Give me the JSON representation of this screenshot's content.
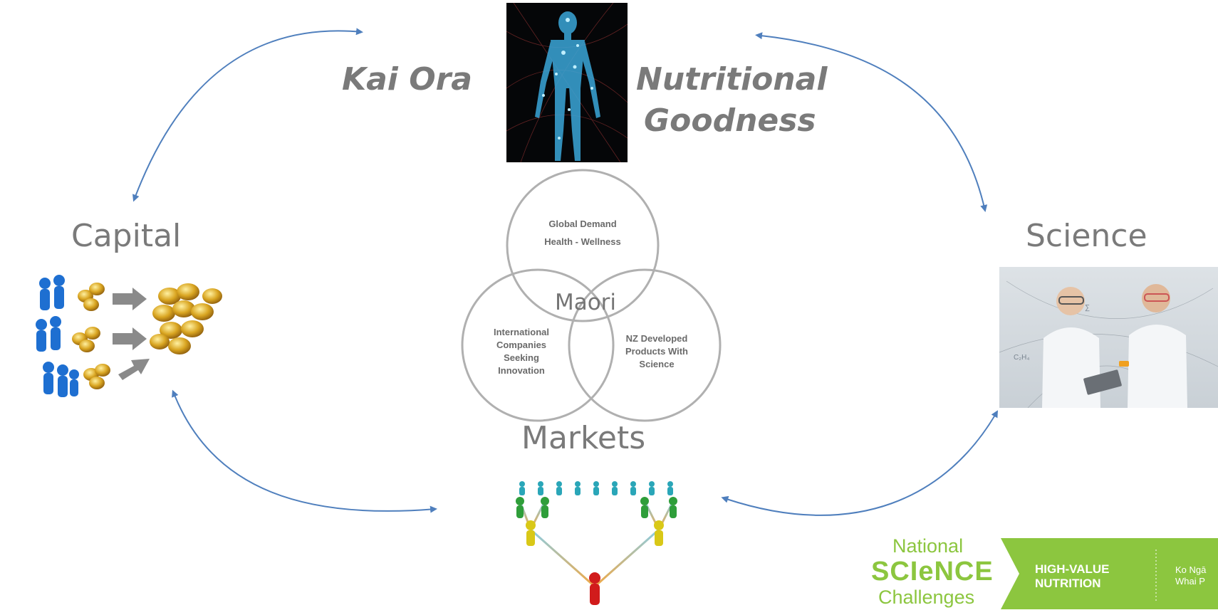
{
  "labels": {
    "kai_ora": "Kai Ora",
    "nutritional_line1": "Nutritional",
    "nutritional_line2": "Goodness",
    "capital": "Capital",
    "science": "Science",
    "markets": "Markets"
  },
  "venn": {
    "top_line1": "Global Demand",
    "top_line2": "Health - Wellness",
    "left_line1": "International",
    "left_line2": "Companies",
    "left_line3": "Seeking",
    "left_line4": "Innovation",
    "right_line1": "NZ Developed",
    "right_line2": "Products With",
    "right_line3": "Science",
    "center": "Maori"
  },
  "banner": {
    "national": "National",
    "science": "SCIeNCE",
    "challenges": "Challenges",
    "hv_line1": "HIGH-VALUE",
    "hv_line2": "NUTRITION",
    "maori_line1": "Ko Ngā",
    "maori_line2": "Whai P"
  },
  "colors": {
    "arrow": "#4f7fbd",
    "label_gray": "#7a7a7a",
    "banner_green": "#8cc63f"
  }
}
